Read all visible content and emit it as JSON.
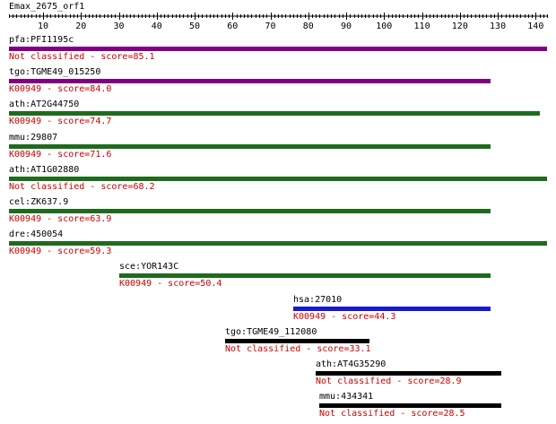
{
  "query": {
    "name": "Emax_2675_orf1",
    "length": 143,
    "ticks": [
      10,
      20,
      30,
      40,
      50,
      60,
      70,
      80,
      90,
      100,
      110,
      120,
      130,
      140
    ]
  },
  "colors": {
    "purple": "#800080",
    "green": "#1e6b1e",
    "blue": "#1a1acc",
    "black": "#000000",
    "score_text": "#cc0000"
  },
  "hits": [
    {
      "name": "pfa:PFI1195c",
      "start": 1,
      "end": 143,
      "color": "purple",
      "score_label": "Not classified - score=85.1"
    },
    {
      "name": "tgo:TGME49_015250",
      "start": 1,
      "end": 128,
      "color": "purple",
      "score_label": "K00949 - score=84.0"
    },
    {
      "name": "ath:AT2G44750",
      "start": 1,
      "end": 141,
      "color": "green",
      "score_label": "K00949 - score=74.7"
    },
    {
      "name": "mmu:29807",
      "start": 1,
      "end": 128,
      "color": "green",
      "score_label": "K00949 - score=71.6"
    },
    {
      "name": "ath:AT1G02880",
      "start": 1,
      "end": 143,
      "color": "green",
      "score_label": "Not classified - score=68.2"
    },
    {
      "name": "cel:ZK637.9",
      "start": 1,
      "end": 128,
      "color": "green",
      "score_label": "K00949 - score=63.9"
    },
    {
      "name": "dre:450054",
      "start": 1,
      "end": 143,
      "color": "green",
      "score_label": "K00949 - score=59.3"
    },
    {
      "name": "sce:YOR143C",
      "start": 30,
      "end": 128,
      "color": "green",
      "score_label": "K00949 - score=50.4"
    },
    {
      "name": "hsa:27010",
      "start": 76,
      "end": 128,
      "color": "blue",
      "score_label": "K00949 - score=44.3"
    },
    {
      "name": "tgo:TGME49_112080",
      "start": 58,
      "end": 96,
      "color": "black",
      "score_label": "Not classified - score=33.1"
    },
    {
      "name": "ath:AT4G35290",
      "start": 82,
      "end": 131,
      "color": "black",
      "score_label": "Not classified - score=28.9"
    },
    {
      "name": "mmu:434341",
      "start": 83,
      "end": 131,
      "color": "black",
      "score_label": "Not classified - score=28.5"
    }
  ]
}
